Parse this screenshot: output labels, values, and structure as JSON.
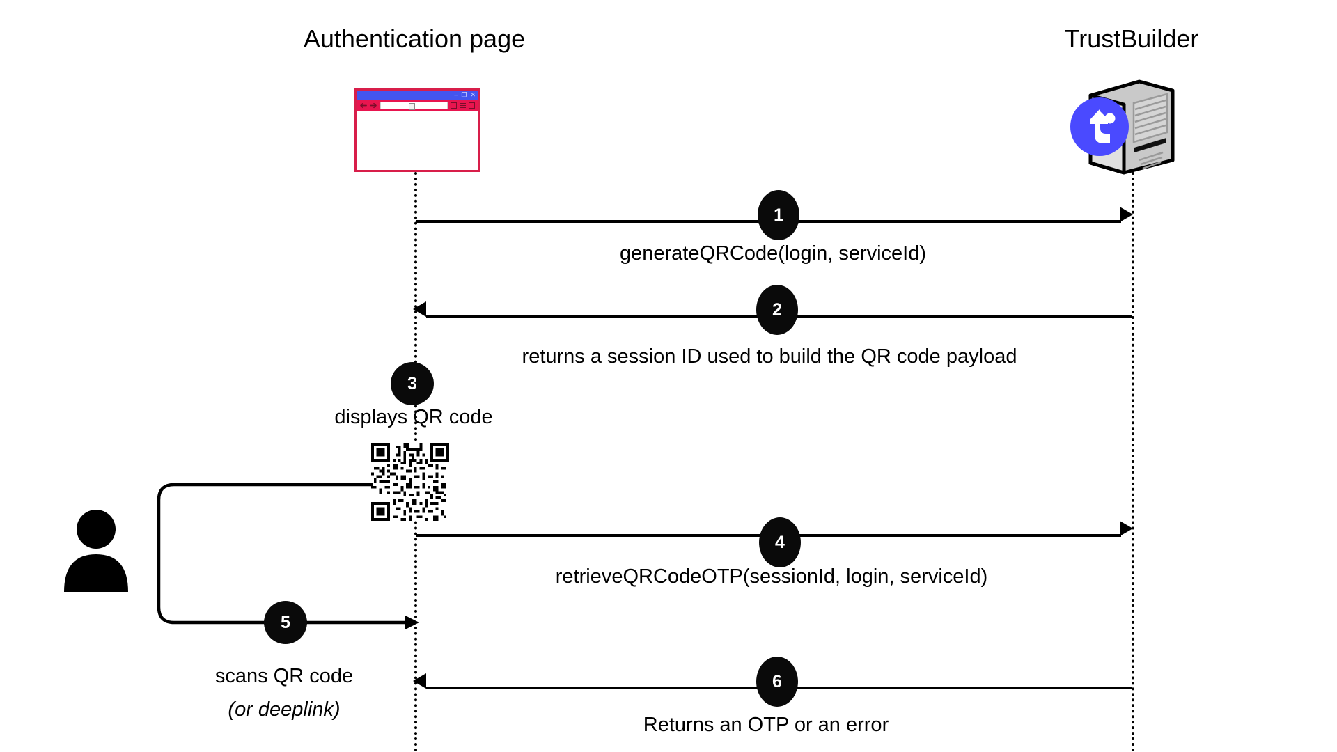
{
  "diagram": {
    "type": "sequence-diagram",
    "background_color": "#ffffff",
    "line_color": "#000000",
    "badge_color": "#0a0a0a",
    "badge_text_color": "#ffffff",
    "browser_accent_color": "#e8154f",
    "browser_titlebar_color": "#4455ee",
    "logo_color": "#4a4aff"
  },
  "participants": [
    {
      "id": "authentication-page",
      "label": "Authentication page",
      "icon": "browser-window-icon"
    },
    {
      "id": "trustbuilder",
      "label": "TrustBuilder",
      "icon": "server-tower-icon"
    }
  ],
  "actor": {
    "id": "user",
    "icon": "user-person-icon"
  },
  "artifacts": [
    {
      "id": "qr-code",
      "icon": "qr-code-icon"
    }
  ],
  "messages": [
    {
      "number": "1",
      "label": "generateQRCode(login, serviceId)",
      "direction": "right",
      "from": "authentication-page",
      "to": "trustbuilder",
      "badge_shape": "oval"
    },
    {
      "number": "2",
      "label": "returns a session ID used to build the QR code payload",
      "direction": "left",
      "from": "trustbuilder",
      "to": "authentication-page",
      "badge_shape": "oval"
    },
    {
      "number": "3",
      "label": "displays QR code",
      "direction": "none",
      "from": "authentication-page",
      "to": "authentication-page",
      "badge_shape": "round"
    },
    {
      "number": "4",
      "label": "retrieveQRCodeOTP(sessionId, login, serviceId)",
      "direction": "right",
      "from": "authentication-page",
      "to": "trustbuilder",
      "badge_shape": "oval"
    },
    {
      "number": "5",
      "label": "scans QR code",
      "label_secondary": "(or deeplink)",
      "direction": "right",
      "from": "user",
      "to": "authentication-page",
      "badge_shape": "round"
    },
    {
      "number": "6",
      "label": "Returns an OTP or an error",
      "direction": "left",
      "from": "trustbuilder",
      "to": "authentication-page",
      "badge_shape": "oval"
    }
  ],
  "browser_icon": {
    "window_controls": [
      "minimize",
      "maximize",
      "close"
    ],
    "minimize_glyph": "–",
    "maximize_glyph": "❐",
    "close_glyph": "✕"
  }
}
